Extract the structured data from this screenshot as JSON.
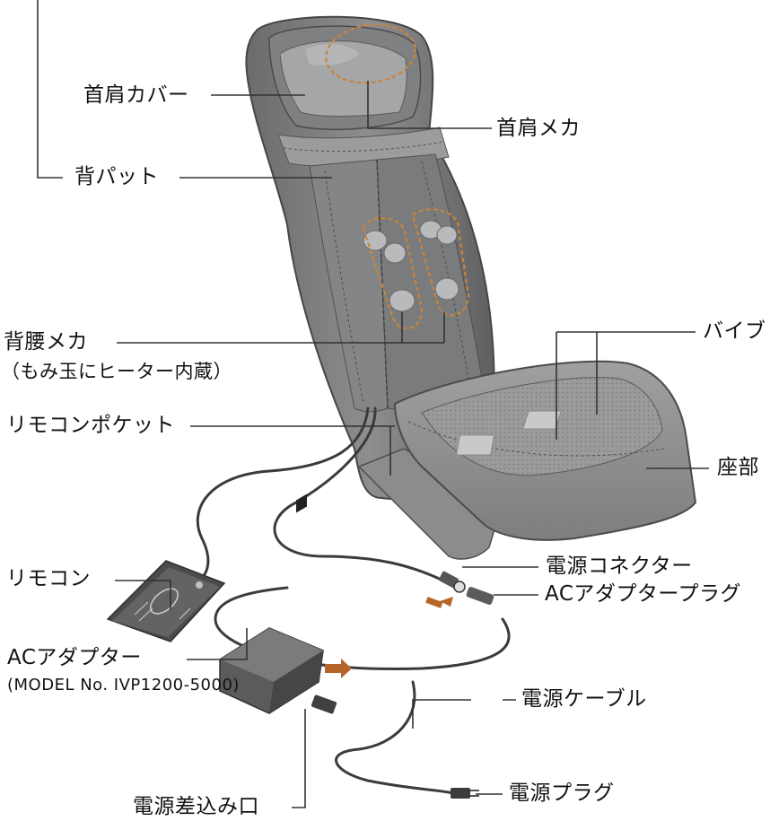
{
  "labels": {
    "neck_cover": "首肩カバー",
    "neck_mech": "首肩メカ",
    "back_pad": "背パット",
    "back_mech": "背腰メカ",
    "back_mech_note": "（もみ玉にヒーター内蔵）",
    "remote_pocket": "リモコンポケット",
    "vibe": "バイブ",
    "seat": "座部",
    "remote": "リモコン",
    "power_connector": "電源コネクター",
    "ac_plug": "ACアダプタープラグ",
    "ac_adapter": "ACアダプター",
    "model_no": "(MODEL No. IVP1200-5000)",
    "power_cable": "電源ケーブル",
    "power_inlet": "電源差込み口",
    "power_plug": "電源プラグ"
  },
  "colors": {
    "cushion_dark": "#6e6f71",
    "cushion_mid": "#8e8f91",
    "cushion_light": "#b4b5b7",
    "highlight": "#d9dadb",
    "leader": "#333333",
    "dash_ring": "#c8843a",
    "arrow": "#b5642a"
  }
}
